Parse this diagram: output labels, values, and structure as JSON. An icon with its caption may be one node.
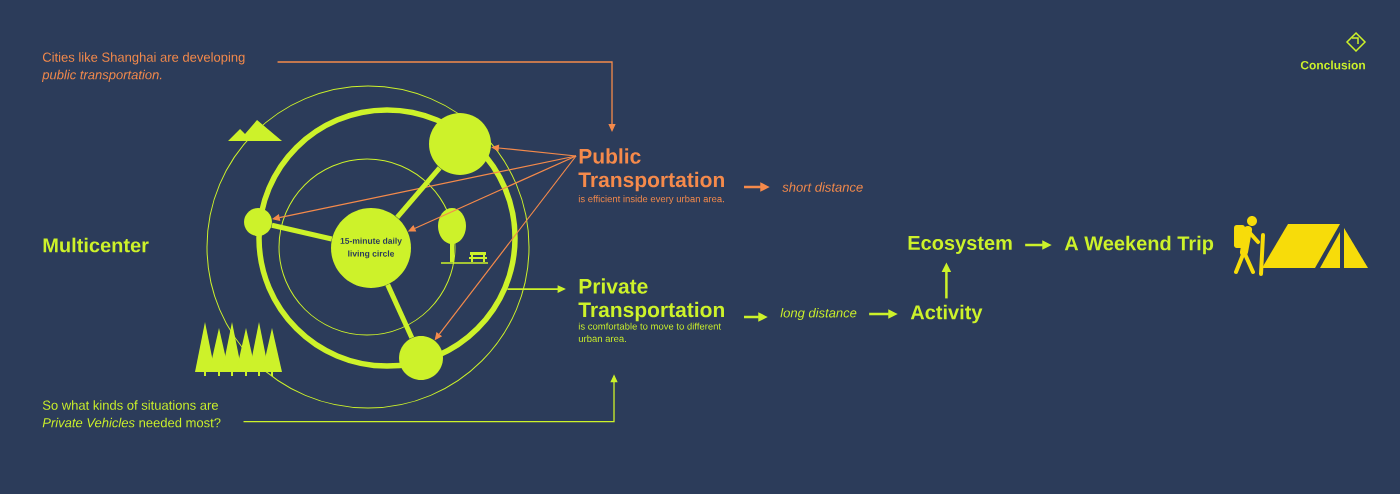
{
  "diagram": {
    "nodes": [
      {
        "text": [
          "Cities like Shanghai are developing *public transportation.*"
        ]
      },
      {
        "text": [],
        "shape": "circle"
      },
      {
        "text": [],
        "shape": "circle",
        "in": 1
      },
      {
        "text": [],
        "shape": "circle",
        "in": 1
      },
      {
        "text": [
          "15-minute daily living circle"
        ],
        "in": 1
      },
      {
        "text": [],
        "shape": "circle",
        "in": 1
      },
      {
        "text": [
          "Public Transportation",
          "is efficient inside every urban area."
        ]
      },
      {
        "text": [
          "short distance"
        ]
      },
      {
        "text": [
          "Private Transportation",
          "is comfortable to move to different urban area."
        ]
      },
      {
        "text": [
          "long distance"
        ]
      },
      {
        "text": [
          "Activity"
        ]
      },
      {
        "text": [
          "Ecosystem"
        ]
      },
      {
        "text": [
          "A Weekend Trip"
        ]
      },
      {
        "text": [
          "So what kinds of situations are *Private Vehicles* needed most?"
        ]
      }
    ],
    "edges": [
      {
        "from": 0,
        "to": 6,
        "arrow": "to",
        "color": "#f58a4b"
      },
      {
        "from": 6,
        "to": 2,
        "arrow": "to",
        "color": "#f58a4b"
      },
      {
        "from": 6,
        "to": 3,
        "arrow": "to",
        "color": "#f58a4b"
      },
      {
        "from": 6,
        "to": 4,
        "arrow": "to",
        "color": "#f58a4b"
      },
      {
        "from": 6,
        "to": 5,
        "arrow": "to",
        "color": "#f58a4b"
      },
      {
        "from": 4,
        "to": 2,
        "arrow": "none",
        "style": "thick"
      },
      {
        "from": 4,
        "to": 3,
        "arrow": "none",
        "style": "thick"
      },
      {
        "from": 4,
        "to": 5,
        "arrow": "none",
        "style": "thick"
      },
      {
        "from": 1,
        "to": 8,
        "arrow": "to"
      },
      {
        "from": 13,
        "to": 8,
        "arrow": "to"
      },
      {
        "from": 6,
        "to": 7,
        "arrow": "to",
        "color": "#f58a4b"
      },
      {
        "from": 8,
        "to": 9,
        "arrow": "to"
      },
      {
        "from": 9,
        "to": 10,
        "arrow": "to"
      },
      {
        "from": 10,
        "to": 11,
        "arrow": "to"
      },
      {
        "from": 11,
        "to": 12,
        "arrow": "to"
      }
    ],
    "labels": [
      "Multicenter",
      "Conclusion"
    ]
  }
}
